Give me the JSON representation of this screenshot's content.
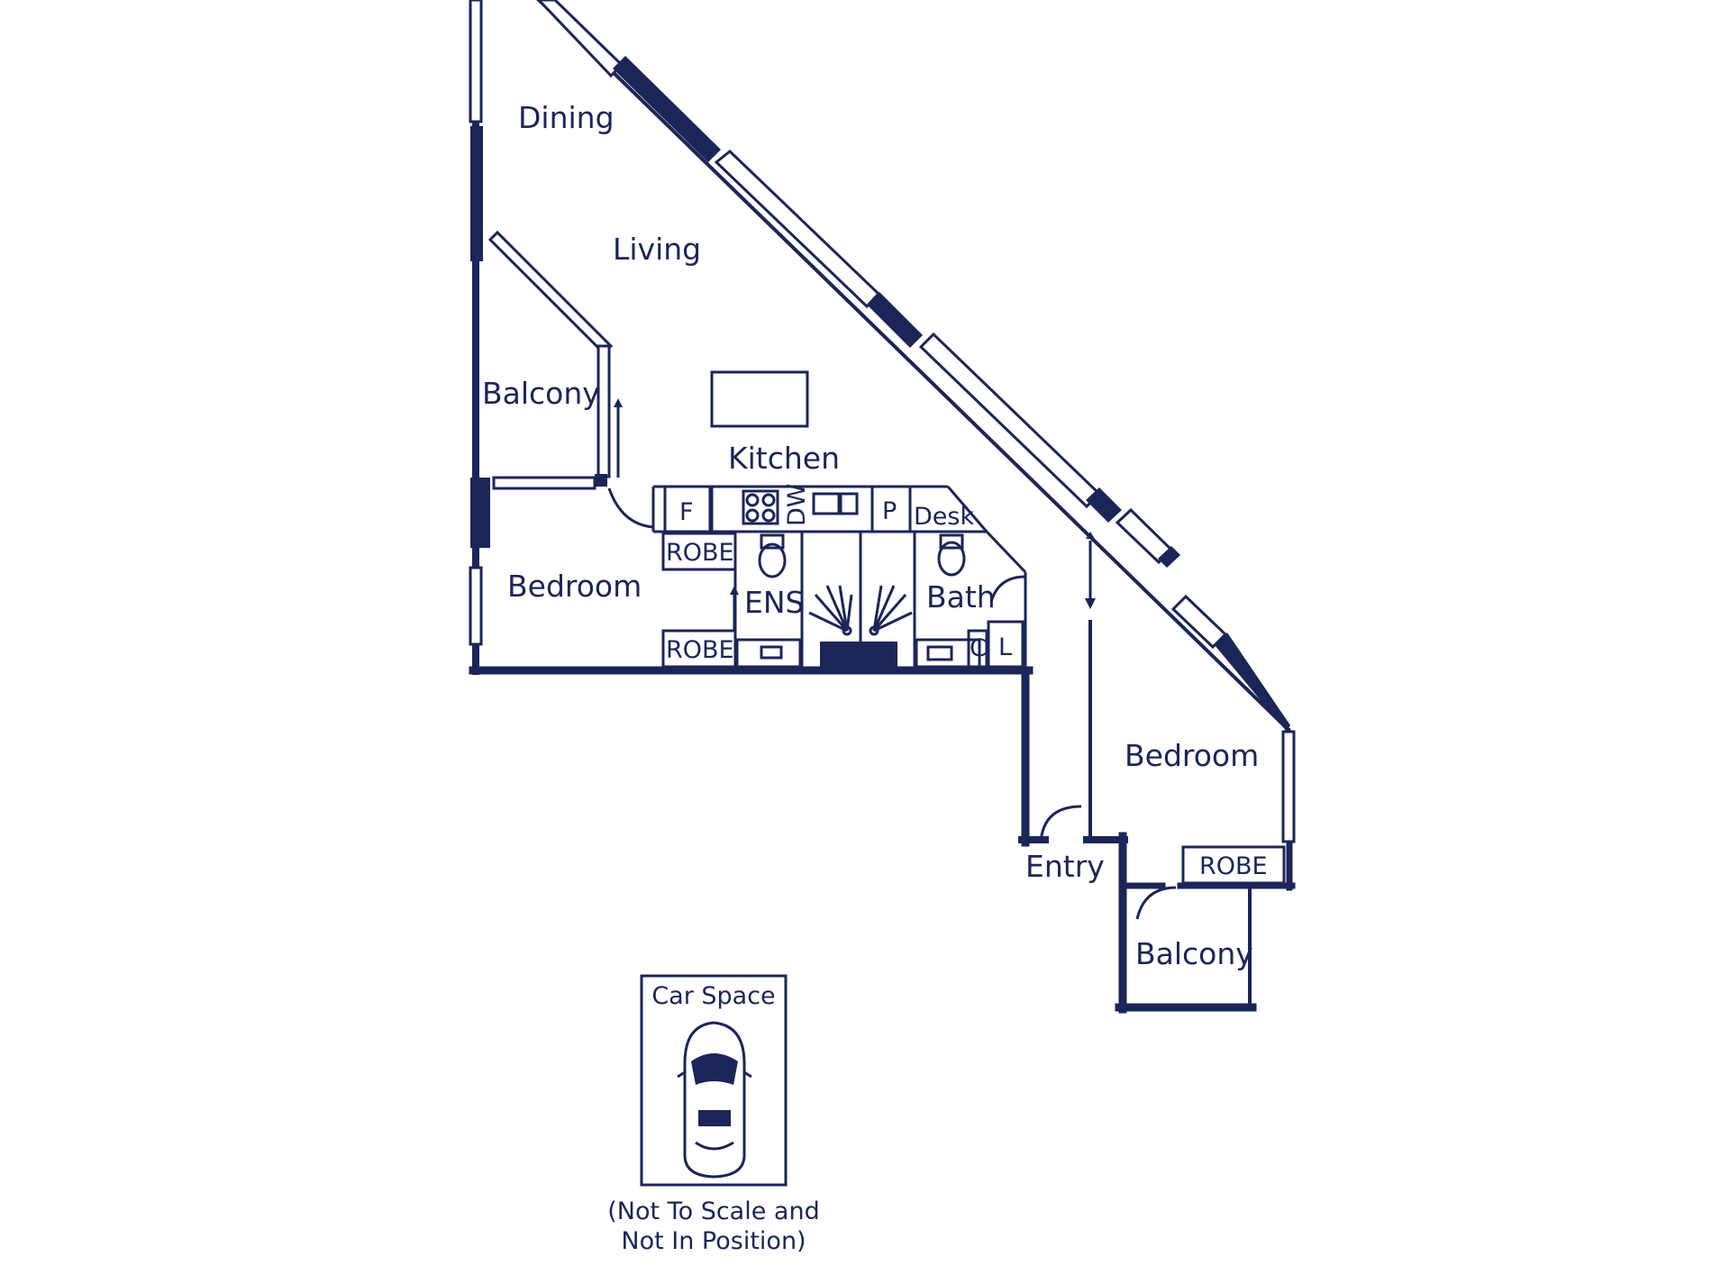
{
  "colors": {
    "ink": "#1b2558",
    "background": "#ffffff"
  },
  "rooms": {
    "dining": "Dining",
    "living": "Living",
    "balcony_west": "Balcony",
    "kitchen": "Kitchen",
    "bedroom_main": "Bedroom",
    "ensuite": "ENS",
    "bath": "Bath",
    "bedroom_second": "Bedroom",
    "entry": "Entry",
    "balcony_east": "Balcony"
  },
  "fixtures": {
    "fridge": "F",
    "dishwasher": "DW",
    "pantry": "P",
    "desk": "Desk",
    "robe_1": "ROBE",
    "robe_2": "ROBE",
    "robe_3": "ROBE",
    "cupboard": "C",
    "laundry": "L"
  },
  "car_space": {
    "title": "Car Space",
    "icon": "car-icon",
    "note_line1": "(Not To Scale and",
    "note_line2": "Not In Position)"
  }
}
